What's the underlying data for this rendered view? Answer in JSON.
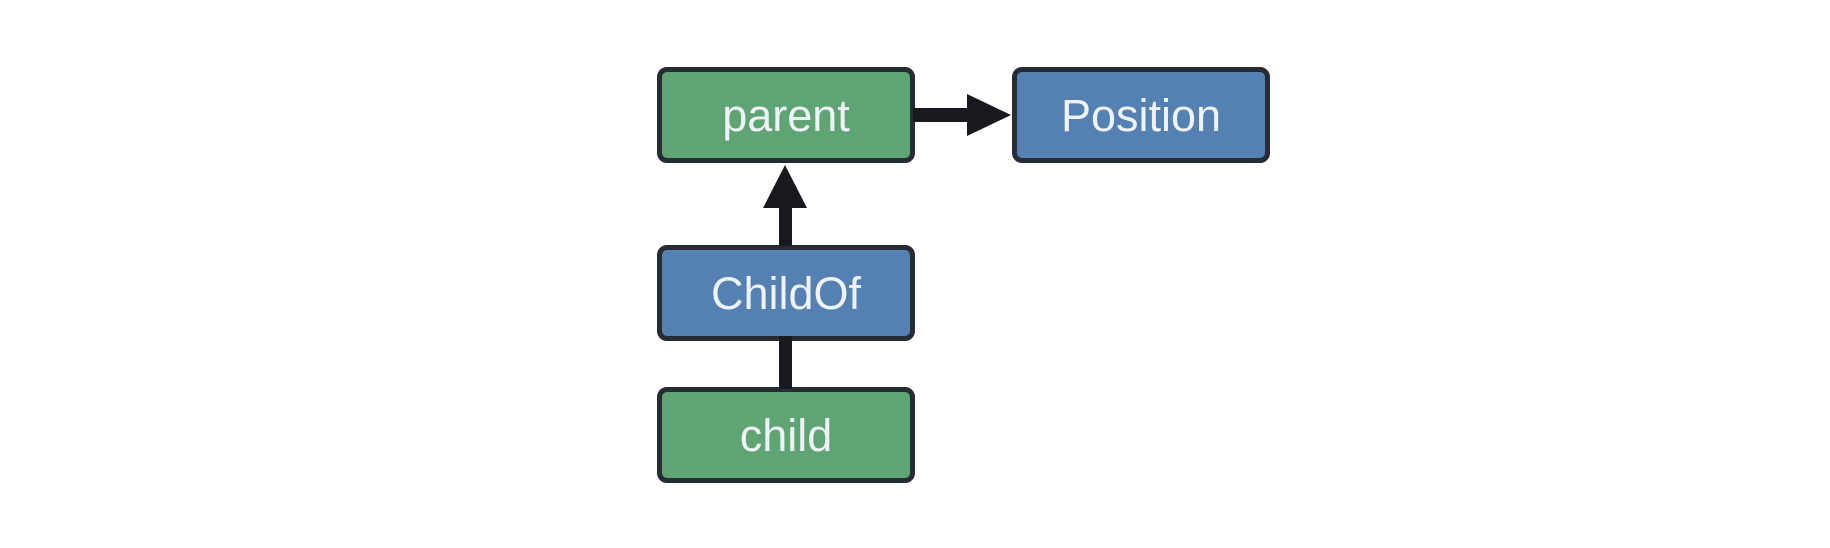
{
  "diagram": {
    "type": "entity-relationship-graph",
    "colors": {
      "canvas_bg": "#ffffff",
      "entity_fill": "#5fa573",
      "component_fill": "#5581b2",
      "border": "#262b34",
      "arrow": "#17191f",
      "text": "#eff2f8"
    },
    "nodes": [
      {
        "id": "parent",
        "label": "parent",
        "type": "entity"
      },
      {
        "id": "Position",
        "label": "Position",
        "type": "component"
      },
      {
        "id": "ChildOf",
        "label": "ChildOf",
        "type": "component"
      },
      {
        "id": "child",
        "label": "child",
        "type": "entity"
      }
    ],
    "edges": [
      {
        "from": "parent",
        "to": "Position",
        "style": "arrow",
        "direction": "right"
      },
      {
        "from": "ChildOf",
        "to": "parent",
        "style": "arrow",
        "direction": "up"
      },
      {
        "from": "child",
        "to": "ChildOf",
        "style": "line",
        "direction": "up"
      }
    ]
  }
}
